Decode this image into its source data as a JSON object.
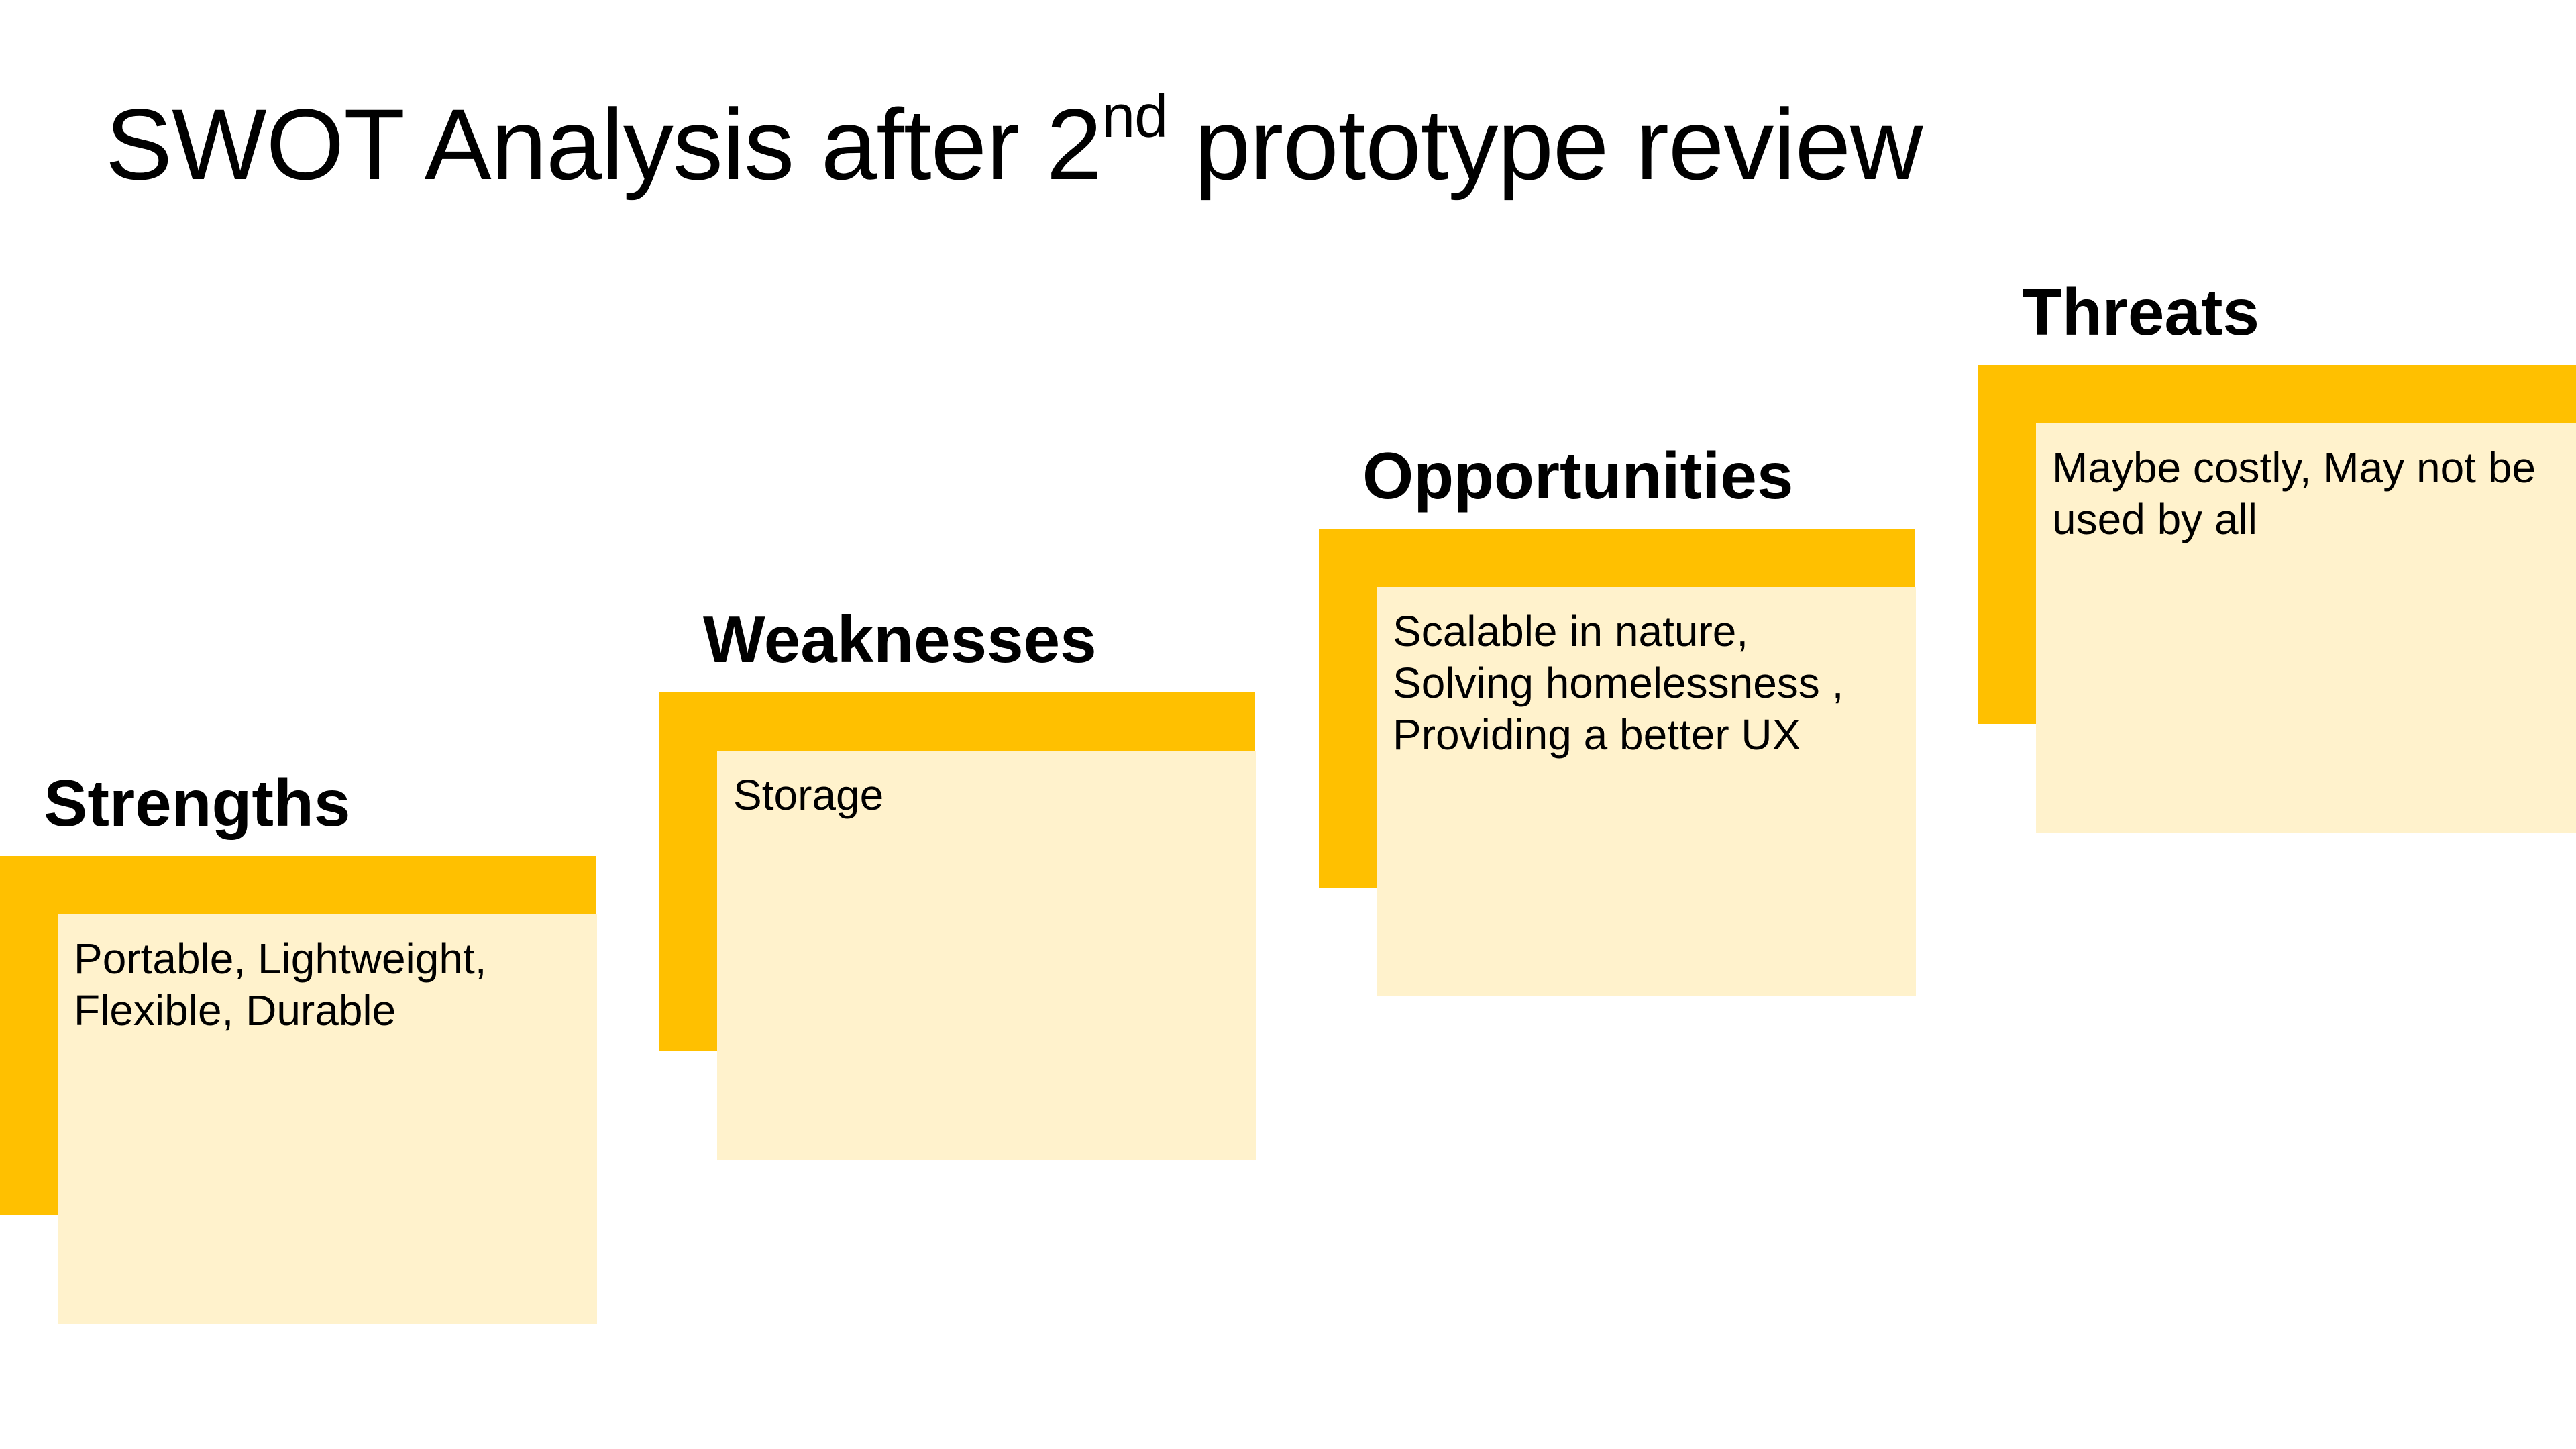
{
  "title": {
    "strong": "SWOT",
    "part1": " Analysis after 2",
    "sup": "nd",
    "part2": " prototype review"
  },
  "colors": {
    "accent": "#FFC000",
    "note": "#FFF2CC",
    "text": "#000000",
    "background": "#FFFFFF"
  },
  "quadrants": [
    {
      "heading": "Strengths",
      "text": "Portable, Lightweight, Flexible, Durable"
    },
    {
      "heading": "Weaknesses",
      "text": "Storage"
    },
    {
      "heading": "Opportunities",
      "text": "Scalable in nature, Solving homelessness , Providing a better UX"
    },
    {
      "heading": "Threats",
      "text": "Maybe costly, May not be used by all"
    }
  ]
}
